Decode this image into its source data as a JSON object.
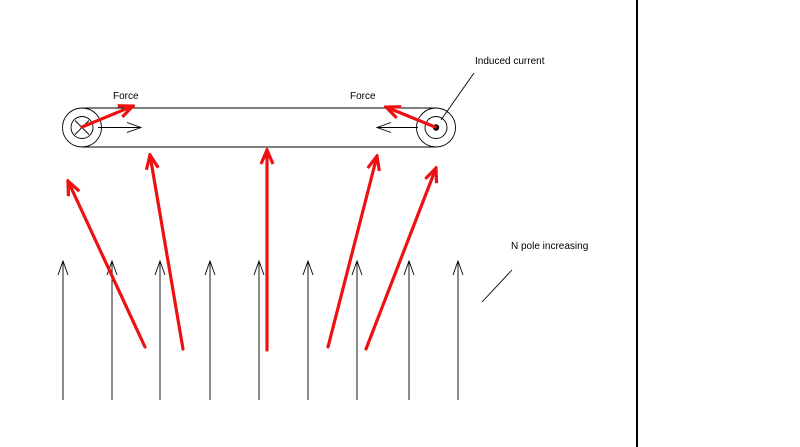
{
  "labels": {
    "force_left": "Force",
    "force_right": "Force",
    "induced_current": "Induced current",
    "n_pole": "N pole increasing"
  },
  "colors": {
    "background": "#ffffff",
    "line": "#000000",
    "force_arrow": "#ee1111"
  }
}
